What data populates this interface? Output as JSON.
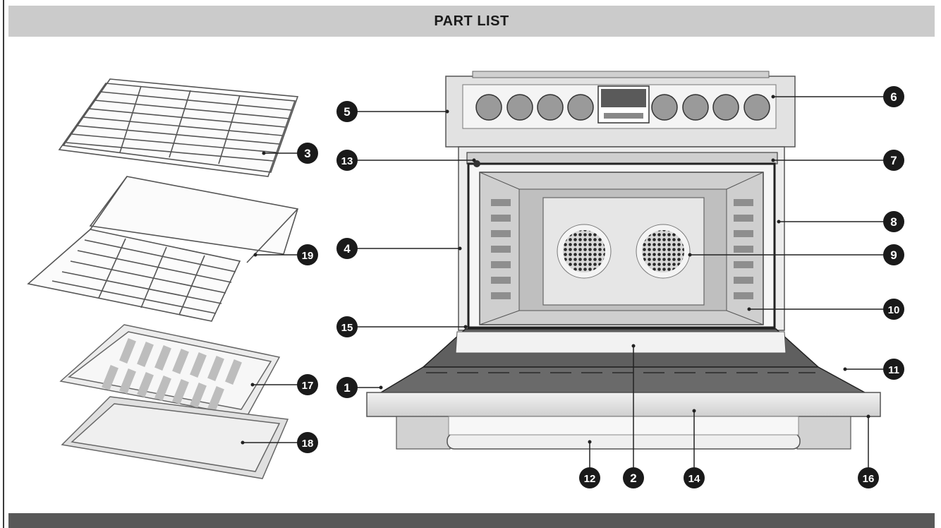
{
  "header": {
    "title": "PART LIST"
  },
  "colors": {
    "header_bg": "#cbcbcb",
    "footer_bg": "#585858",
    "marker": "#1a1a1a",
    "marker_text": "#ffffff"
  },
  "markers": [
    {
      "id": "1",
      "label": "1"
    },
    {
      "id": "2",
      "label": "2"
    },
    {
      "id": "3",
      "label": "3"
    },
    {
      "id": "4",
      "label": "4"
    },
    {
      "id": "5",
      "label": "5"
    },
    {
      "id": "6",
      "label": "6"
    },
    {
      "id": "7",
      "label": "7"
    },
    {
      "id": "8",
      "label": "8"
    },
    {
      "id": "9",
      "label": "9"
    },
    {
      "id": "10",
      "label": "10"
    },
    {
      "id": "11",
      "label": "11"
    },
    {
      "id": "12",
      "label": "12"
    },
    {
      "id": "13",
      "label": "13"
    },
    {
      "id": "14",
      "label": "14"
    },
    {
      "id": "15",
      "label": "15"
    },
    {
      "id": "16",
      "label": "16"
    },
    {
      "id": "17",
      "label": "17"
    },
    {
      "id": "18",
      "label": "18"
    },
    {
      "id": "19",
      "label": "19"
    }
  ]
}
